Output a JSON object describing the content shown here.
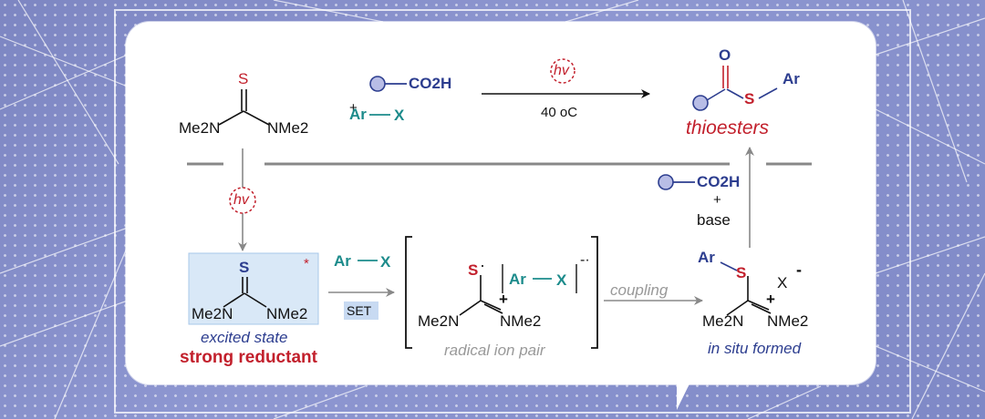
{
  "reagents": {
    "thiourea_S": "S",
    "thiourea_left": "Me2N",
    "thiourea_right": "NMe2",
    "plus": "+",
    "acid": "CO2H",
    "aryl": "Ar",
    "halide": "X"
  },
  "conditions": {
    "light": "hv",
    "temperature": "40 oC"
  },
  "product": {
    "O": "O",
    "S": "S",
    "Ar": "Ar",
    "label": "thioesters"
  },
  "mechanism": {
    "light": "hv",
    "excited_S": "S",
    "star": "*",
    "excited_left": "Me2N",
    "excited_right": "NMe2",
    "excited_label": "excited state",
    "reductant_label": "strong reductant",
    "set_label": "SET",
    "arx_ar": "Ar",
    "arx_x": "X",
    "radical_S": "S",
    "radical_left": "Me2N",
    "radical_right": "NMe2",
    "radical_ar": "Ar",
    "radical_x": "X",
    "radical_charge": "-",
    "radical_plus": "+",
    "radical_pair_label": "radical ion pair",
    "coupling_label": "coupling",
    "int_ar": "Ar",
    "int_S": "S",
    "int_x": "X",
    "int_minus": "-",
    "int_plus": "+",
    "int_left": "Me2N",
    "int_right": "NMe2",
    "int_label": "in situ formed",
    "base_acid": "CO2H",
    "base_plus": "+",
    "base_label": "base"
  },
  "colors": {
    "navy": "#2c3d8f",
    "teal": "#1c8b8b",
    "red": "#c2202c",
    "gray": "#999999",
    "highlight": "#d4e6f7"
  }
}
